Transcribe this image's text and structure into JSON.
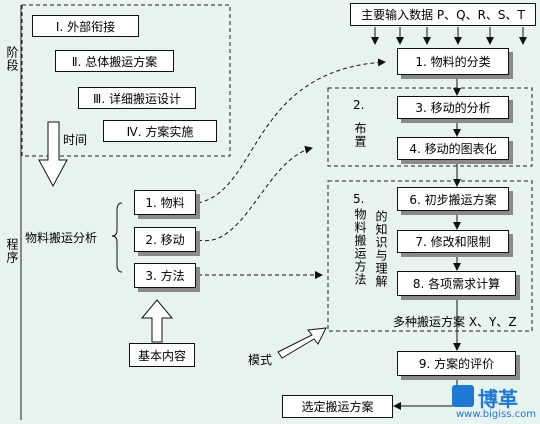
{
  "stages": {
    "label_top": "阶段",
    "label_bottom": "程序",
    "items": [
      "Ⅰ. 外部衔接",
      "Ⅱ. 总体搬运方案",
      "Ⅲ. 详细搬运设计",
      "Ⅳ. 方案实施"
    ],
    "time_label": "时间"
  },
  "inputs_label": "主要输入数据 P、Q、R、S、T",
  "flow": {
    "step1": "1. 物料的分类",
    "step2": "3. 移动的分析",
    "step3": "4. 移动的图表化",
    "step4": "6. 初步搬运方案",
    "step5": "7. 修改和限制",
    "step6": "8. 各项需求计算",
    "step7": "9. 方案的评价",
    "final": "选定搬运方案"
  },
  "groups": {
    "layout_number": "2.",
    "layout_label": "布置",
    "method_number": "5.",
    "method_label": "物料搬运方法",
    "knowledge_label": "的知识与理解",
    "alternatives": "多种搬运方案 X、Y、Z"
  },
  "analysis": {
    "label": "物料搬运分析",
    "items": [
      "1. 物料",
      "2. 移动",
      "3. 方法"
    ],
    "basic_content": "基本内容",
    "pattern": "模式"
  },
  "watermark": {
    "brand": "博革",
    "url": "www.bigiss.com"
  },
  "colors": {
    "background": "#e7f3ef",
    "watermark": "#1f78d1"
  }
}
